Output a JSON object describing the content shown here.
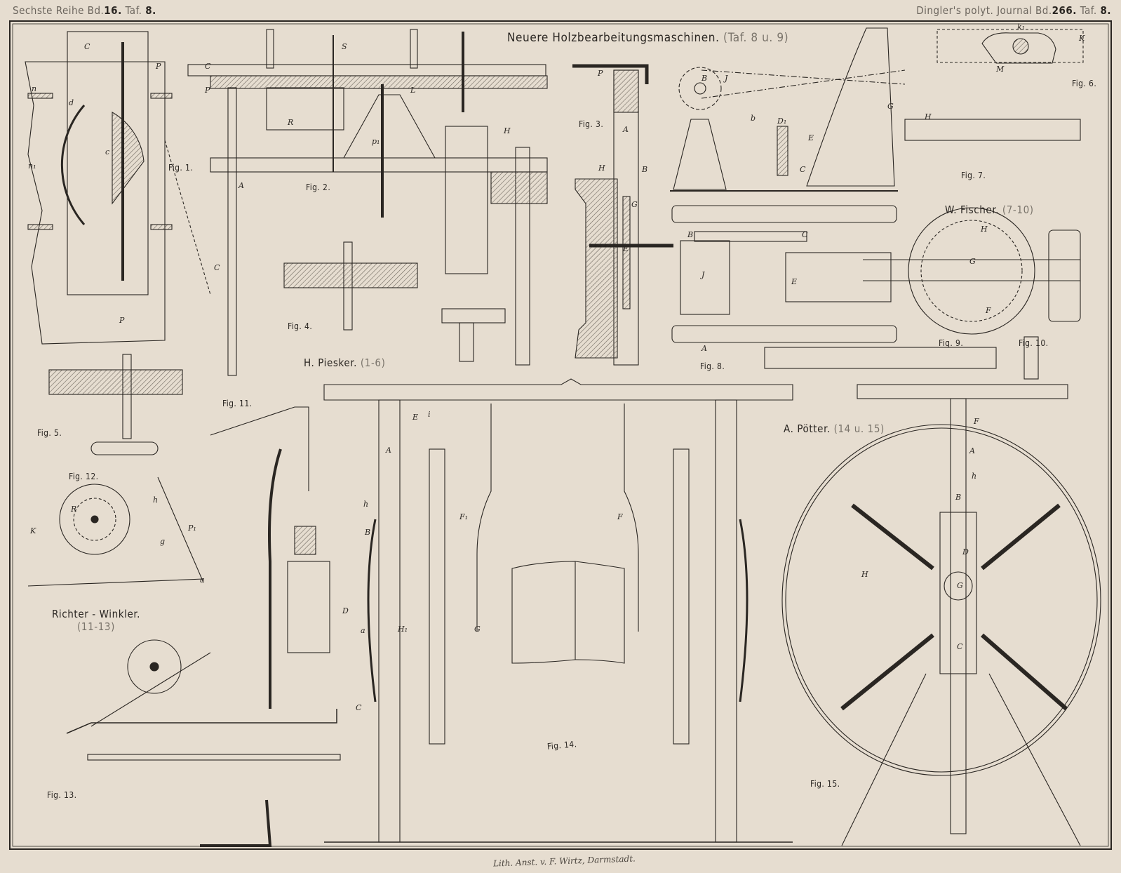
{
  "header": {
    "left": {
      "series": "Sechste",
      "reihe": "Reihe Bd.",
      "band": "16.",
      "taf_label": "Taf.",
      "taf": "8."
    },
    "right": {
      "journal": "Dingler's polyt. Journal Bd.",
      "band": "266.",
      "taf_label": "Taf.",
      "taf": "8."
    }
  },
  "plate": {
    "title": "Neuere Holzbearbeitungsmaschinen.",
    "title_ref": "(Taf. 8 u. 9)",
    "colors": {
      "paper": "#e6ddd0",
      "ink": "#2a2622",
      "hatch": "#6e675e"
    }
  },
  "makers": [
    {
      "name": "H. Piesker.",
      "ref": "(1-6)"
    },
    {
      "name": "W. Fischer.",
      "ref": "(7-10)"
    },
    {
      "name": "A. Pötter.",
      "ref": "(14 u. 15)"
    },
    {
      "name": "Richter - Winkler.",
      "ref": "(11-13)"
    }
  ],
  "figures": {
    "fig1": "Fig. 1.",
    "fig2": "Fig. 2.",
    "fig3": "Fig. 3.",
    "fig4": "Fig. 4.",
    "fig5": "Fig. 5.",
    "fig6": "Fig. 6.",
    "fig7": "Fig. 7.",
    "fig8": "Fig. 8.",
    "fig9": "Fig. 9.",
    "fig10": "Fig. 10.",
    "fig11": "Fig. 11.",
    "fig12": "Fig. 12.",
    "fig13": "Fig. 13.",
    "fig14": "Fig. 14.",
    "fig15": "Fig. 15."
  },
  "part_labels": {
    "fig1": [
      "C",
      "P",
      "n",
      "d",
      "c",
      "n₁",
      "C",
      "P"
    ],
    "fig2": [
      "C",
      "P",
      "S",
      "R",
      "A",
      "p₁",
      "L",
      "H"
    ],
    "fig3": [
      "P",
      "A",
      "H",
      "B",
      "G",
      "E"
    ],
    "fig6": [
      "k₁",
      "K",
      "M"
    ],
    "fig7": [
      "J",
      "B",
      "b",
      "D₁",
      "E",
      "G",
      "H",
      "C"
    ],
    "fig8": [
      "B",
      "C",
      "J",
      "E",
      "G",
      "H",
      "A",
      "F"
    ],
    "fig12": [
      "R",
      "K",
      "h",
      "g",
      "P₁",
      "a"
    ],
    "fig14": [
      "A",
      "E",
      "i",
      "h",
      "B",
      "D",
      "a",
      "G",
      "F",
      "F₁",
      "H₁",
      "C"
    ],
    "fig15": [
      "F",
      "A",
      "h",
      "B",
      "D",
      "H",
      "G",
      "C"
    ]
  },
  "imprint": "Lith. Anst. v. F. Wirtz, Darmstadt."
}
